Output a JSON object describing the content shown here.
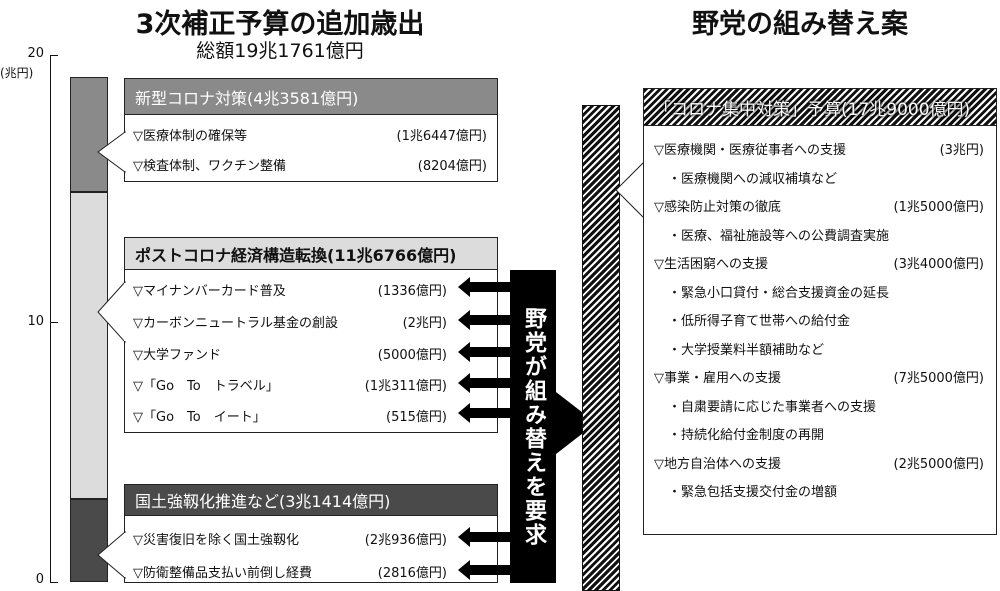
{
  "left": {
    "title": "3次補正予算の追加歳出",
    "subtitle": "総額19兆1761億円",
    "axis": {
      "ticks": [
        "20",
        "10",
        "0"
      ],
      "unit": "(兆円)"
    },
    "segments_trillion_yen": [
      4.3581,
      11.6766,
      3.1414
    ],
    "groups": [
      {
        "header": "新型コロナ対策(4兆3581億円)",
        "items": [
          {
            "label": "▽医療体制の確保等",
            "amount": "(1兆6447億円)"
          },
          {
            "label": "▽検査体制、ワクチン整備",
            "amount": "(8204億円)"
          }
        ]
      },
      {
        "header": "ポストコロナ経済構造転換(11兆6766億円)",
        "items": [
          {
            "label": "▽マイナンバーカード普及",
            "amount": "(1336億円)"
          },
          {
            "label": "▽カーボンニュートラル基金の創設",
            "amount": "(2兆円)"
          },
          {
            "label": "▽大学ファンド",
            "amount": "(5000億円)"
          },
          {
            "label": "▽「Go　To　トラベル」",
            "amount": "(1兆311億円)"
          },
          {
            "label": "▽「Go　To　イート」",
            "amount": "(515億円)"
          }
        ]
      },
      {
        "header": "国土強靱化推進など(3兆1414億円)",
        "items": [
          {
            "label": "▽災害復旧を除く国土強靱化",
            "amount": "(2兆936億円)"
          },
          {
            "label": "▽防衛整備品支払い前倒し経費",
            "amount": "(2816億円)"
          }
        ]
      }
    ]
  },
  "middle": {
    "label": "野党が組み替えを要求"
  },
  "right": {
    "title": "野党の組み替え案",
    "header": "「コロナ集中対策」予算(17兆9000億円)",
    "items": [
      {
        "label": "▽医療機関・医療従事者への支援",
        "amount": "(3兆円)"
      },
      {
        "label": "・医療機関への減収補填など",
        "amount": ""
      },
      {
        "label": "▽感染防止対策の徹底",
        "amount": "(1兆5000億円)"
      },
      {
        "label": "・医療、福祉施設等への公費調査実施",
        "amount": ""
      },
      {
        "label": "▽生活困窮への支援",
        "amount": "(3兆4000億円)"
      },
      {
        "label": "・緊急小口貸付・総合支援資金の延長",
        "amount": ""
      },
      {
        "label": "・低所得子育て世帯への給付金",
        "amount": ""
      },
      {
        "label": "・大学授業料半額補助など",
        "amount": ""
      },
      {
        "label": "▽事業・雇用への支援",
        "amount": "(7兆5000億円)"
      },
      {
        "label": "・自粛要請に応じた事業者への支援",
        "amount": ""
      },
      {
        "label": "・持続化給付金制度の再開",
        "amount": ""
      },
      {
        "label": "▽地方自治体への支援",
        "amount": "(2兆5000億円)"
      },
      {
        "label": "・緊急包括支援交付金の増額",
        "amount": ""
      }
    ]
  }
}
